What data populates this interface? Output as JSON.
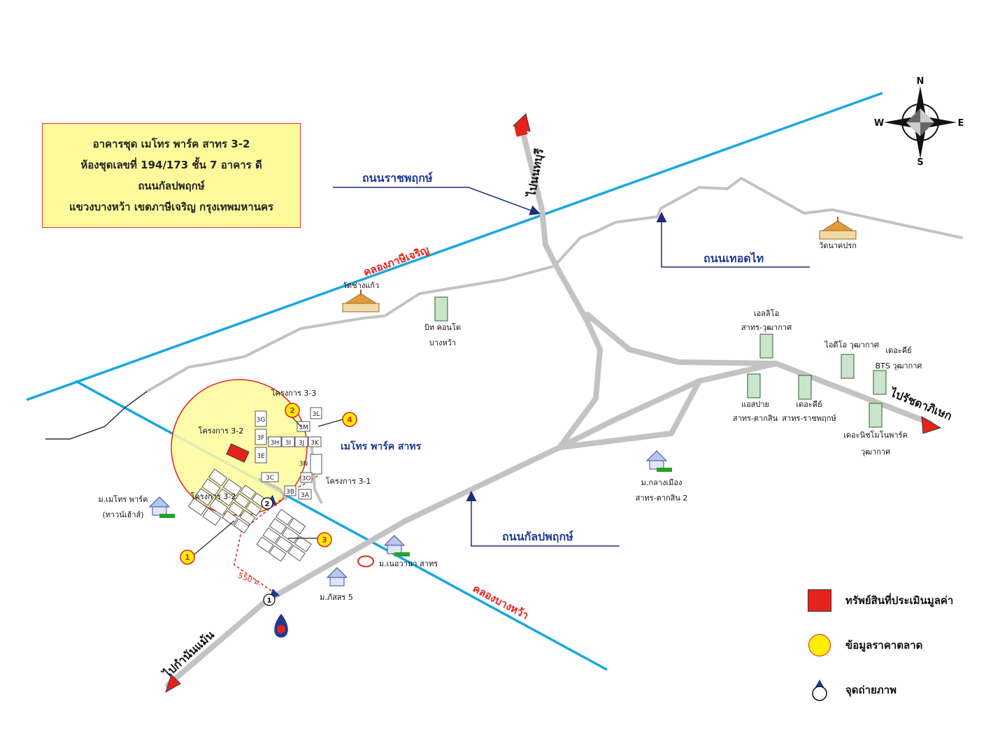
{
  "info_box": {
    "line1": "อาคารชุด เมโทร พาร์ค สาทร 3-2",
    "line2": "ห้องชุดเลขที่ 194/173 ชั้น 7 อาคาร ดี",
    "line3": "ถนนกัลปพฤกษ์",
    "line4": "แขวงบางหว้า เขตภาษีเจริญ กรุงเทพมหานคร"
  },
  "compass": {
    "n": "N",
    "s": "S",
    "e": "E",
    "w": "W"
  },
  "roads": {
    "ratchaphruek": "ถนนราชพฤกษ์",
    "thoet_thai": "ถนนเทอดไท",
    "kalpaphruek": "ถนนกัลปพฤกษ์",
    "to_north": "ไปนนทบุรี",
    "to_ratchaburi": "ไปรัชดาภิเษก",
    "to_kanlapaphruek_sw": "ไปกำนันแม้น"
  },
  "canals": {
    "phasi_charoen": "คลองภาษีเจริญ",
    "bang_wa": "คลองบางหว้า"
  },
  "places": {
    "wat_chang_kaeo": "วัดช่างแก้ว",
    "wat_nak_prok": "วัดนาคปรก",
    "bit_condo_1": "บิท คอนโด",
    "bit_condo_2": "บางหว้า",
    "aspire_1": "แอสปาย",
    "aspire_2": "สาทร-ตากสิน",
    "the_key_1": "เดอะคีย์",
    "the_key_2": "สาทร-ราชพฤกษ์",
    "elio_1": "เอลลิโอ",
    "elio_2": "สาทร-วุฒากาศ",
    "ideo": "ไอดีโอ วุฒากาศ",
    "the_key_bts_1": "เดอะคีย์",
    "the_key_bts_2": "BTS วุฒากาศ",
    "the_niche_1": "เดอะนิชโมโนพาร์ค",
    "the_niche_2": "วุฒากาศ",
    "klang_muang_1": "ม.กลางเมือง",
    "klang_muang_2": "สาทร-ตากสิน 2",
    "metro_park_1": "ม.เมโทร พาร์ค",
    "metro_park_2": "(ทาวน์เฮ้าส์)",
    "neravana": "ม.เนอวานา สาทร",
    "phatsorn": "ม.ภัสสร 5",
    "metro_park_sathorn": "เมโทร พาร์ค สาทร",
    "project_3_1": "โครงการ 3-1",
    "project_3_2": "โครงการ 3-2",
    "project_3_3": "โครงการ 3-3",
    "project_3_other": "โครงการ 3-2",
    "distance": "550 ม."
  },
  "buildings": {
    "b3g": "3G",
    "b3l": "3L",
    "b3m": "3M",
    "b3f": "3F",
    "b3h": "3H",
    "b3i": "3I",
    "b3j": "3J",
    "b3k": "3K",
    "b3e": "3E",
    "b3n": "3N",
    "b3c": "3C",
    "b3o": "3O",
    "b3b": "3B",
    "b3a": "3A"
  },
  "market_markers": [
    "1",
    "2",
    "3",
    "4"
  ],
  "photo_markers": [
    "1",
    "2"
  ],
  "legend": {
    "subject": "ทรัพย์สินที่ประเมินมูลค่า",
    "market": "ข้อมูลราคาตลาด",
    "photo": "จุดถ่ายภาพ"
  },
  "colors": {
    "canal": "#1aa7e0",
    "road": "#c3c3c3",
    "label_blue": "#1f3a93",
    "label_red": "#e5231b",
    "yellow_box": "#fefa9c",
    "subject": "#e5231b",
    "marker": "#ffee00"
  }
}
